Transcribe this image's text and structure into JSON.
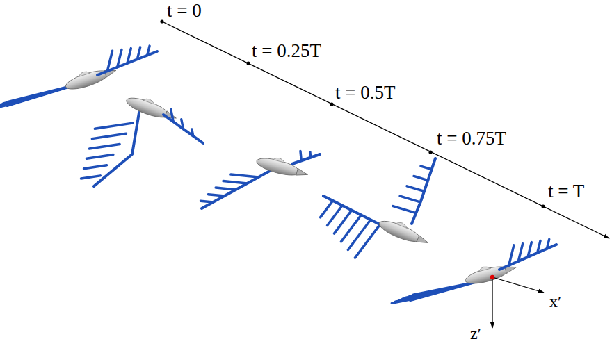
{
  "diagram": {
    "labels": [
      "t = 0",
      "t = 0.25T",
      "t = 0.5T",
      "t = 0.75T",
      "t = T",
      "x′",
      "z′"
    ]
  }
}
